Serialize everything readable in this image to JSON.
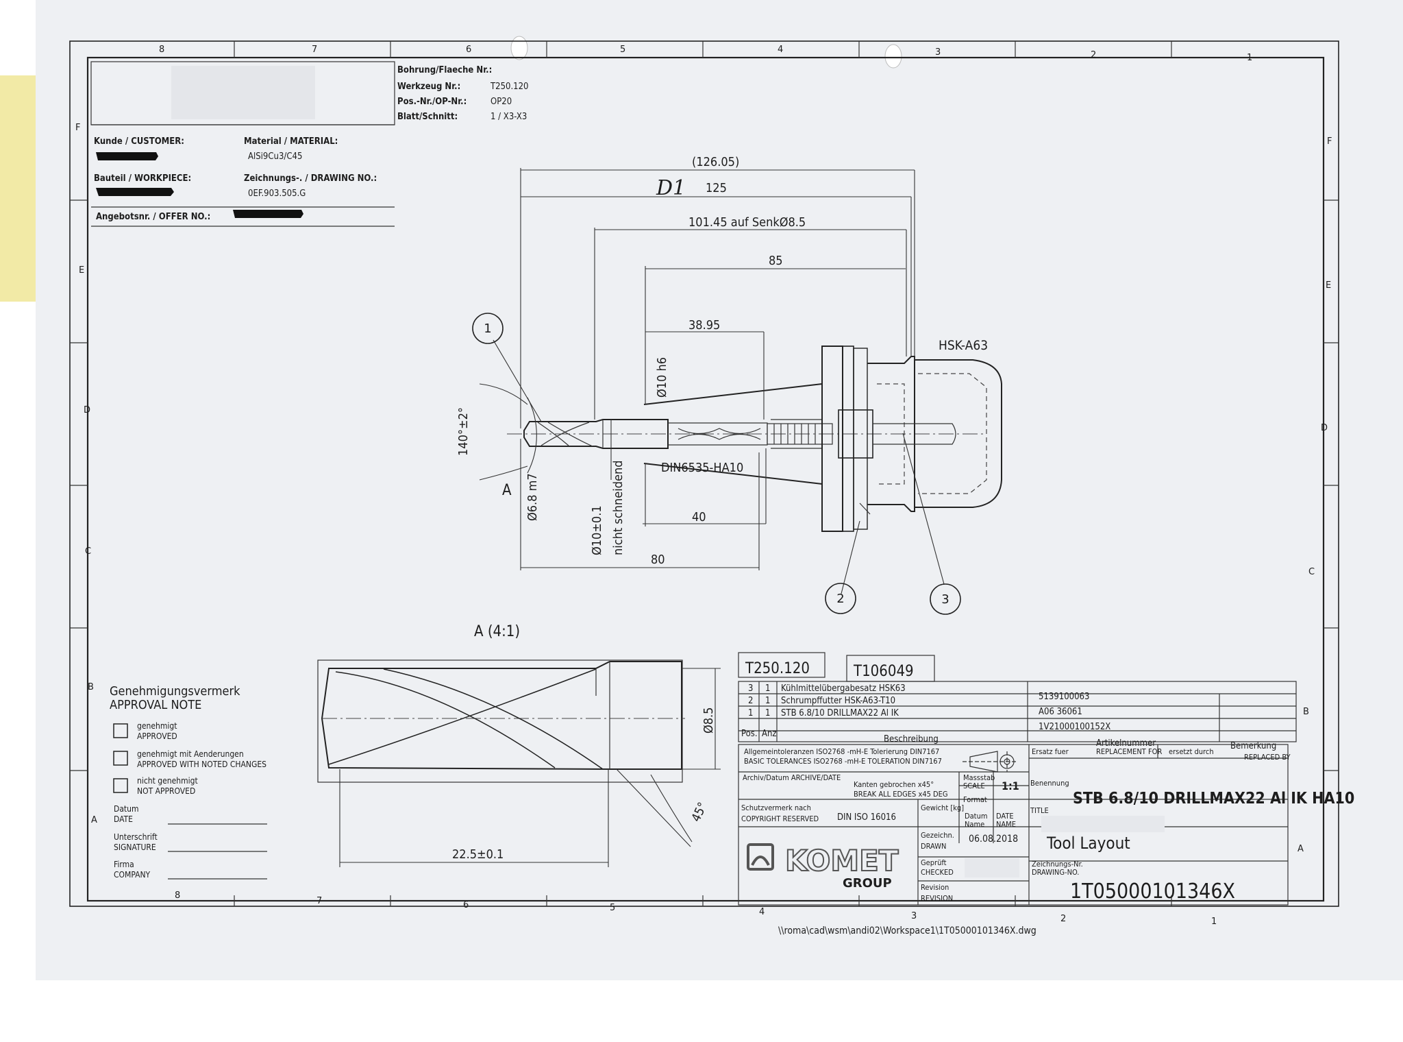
{
  "zones": {
    "cols": [
      "8",
      "7",
      "6",
      "5",
      "4",
      "3",
      "2",
      "1"
    ],
    "rows": [
      "F",
      "E",
      "D",
      "C",
      "B",
      "A"
    ]
  },
  "header_left": {
    "customer_label": "Kunde / CUSTOMER:",
    "material_label": "Material / MATERIAL:",
    "material_value": "AlSi9Cu3/C45",
    "workpiece_label": "Bauteil / WORKPIECE:",
    "drawing_no_label": "Zeichnungs-. / DRAWING NO.:",
    "drawing_no_value": "0EF.903.505.G",
    "offer_label": "Angebotsnr. / OFFER NO.:"
  },
  "header_right": {
    "bore_label": "Bohrung/Flaeche Nr.:",
    "tool_label": "Werkzeug Nr.:",
    "tool_value": "T250.120",
    "pos_label": "Pos.-Nr./OP-Nr.:",
    "pos_value": "OP20",
    "sheet_label": "Blatt/Schnitt:",
    "sheet_value": "1 / X3-X3"
  },
  "dims": {
    "d_12605": "(126.05)",
    "d1_hand": "D1",
    "d_125": "125",
    "d_10145": "101.45 auf SenkØ8.5",
    "d_85": "85",
    "d_3895": "38.95",
    "d_10h6": "Ø10 h6",
    "hsk": "HSK-A63",
    "angle": "140°±2°",
    "view_a": "A",
    "d_68m7": "Ø6.8 m7",
    "d_10tol": "Ø10±0.1",
    "nicht": "nicht schneidend",
    "din": "DIN6535-HA10",
    "d_40": "40",
    "d_80": "80",
    "balloons": [
      "1",
      "2",
      "3"
    ]
  },
  "detail": {
    "title": "A (4:1)",
    "d_85": "Ø8.5",
    "angle45": "45°",
    "len": "22.5±0.1"
  },
  "approval": {
    "title_de": "Genehmigungsvermerk",
    "title_en": "APPROVAL NOTE",
    "opt1_de": "genehmigt",
    "opt1_en": "APPROVED",
    "opt2_de": "genehmigt mit Aenderungen",
    "opt2_en": "APPROVED WITH NOTED CHANGES",
    "opt3_de": "nicht genehmigt",
    "opt3_en": "NOT APPROVED",
    "date_de": "Datum",
    "date_en": "DATE",
    "sig_de": "Unterschrift",
    "sig_en": "SIGNATURE",
    "comp_de": "Firma",
    "comp_en": "COMPANY"
  },
  "title_block": {
    "tag1": "T250.120",
    "tag2": "T106049",
    "parts": [
      {
        "pos": "3",
        "qty": "1",
        "desc": "Kühlmittelübergabesatz HSK63",
        "art": "5139100063"
      },
      {
        "pos": "2",
        "qty": "1",
        "desc": "Schrumpffutter HSK-A63-T10",
        "art": "A06 36061"
      },
      {
        "pos": "1",
        "qty": "1",
        "desc": "STB 6.8/10 DRILLMAX22 Al IK",
        "art": "1V21000100152X"
      }
    ],
    "col_pos": "Pos.",
    "col_qty": "Anz",
    "col_desc": "Beschreibung",
    "col_art": "Artikelnummer",
    "col_rem": "Bemerkung",
    "tol_de": "Allgemeintoleranzen ISO2768 -mH-E  Tolerierung DIN7167",
    "tol_en": "BASIC TOLERANCES ISO2768 -mH-E  TOLERATION DIN7167",
    "replace_de": "Ersatz fuer",
    "replace_en": "REPLACEMENT FOR",
    "replaced_de": "ersetzt durch",
    "replaced_en": "REPLACED BY",
    "archive": "Archiv/Datum  ARCHIVE/DATE",
    "edges_de": "Kanten gebrochen  x45°",
    "edges_en": "BREAK ALL EDGES  x45 DEG",
    "scale_de": "Massstab",
    "scale_en": "SCALE",
    "scale_val": "1:1",
    "format_de": "Format",
    "name_de": "Benennung",
    "name_val": "STB 6.8/10 DRILLMAX22 Al IK HA10",
    "title_label": "TITLE",
    "layout": "Tool Layout",
    "copy_de": "Schutzvermerk nach",
    "copy_en": "COPYRIGHT RESERVED",
    "copy_val": "DIN ISO 16016",
    "weight": "Gewicht [kg]",
    "date_de": "Datum",
    "date_en": "DATE",
    "namehdr_de": "Name",
    "namehdr_en": "NAME",
    "drawn_de": "Gezeichn.",
    "drawn_en": "DRAWN",
    "drawn_date": "06.08.2018",
    "checked_de": "Geprüft",
    "checked_en": "CHECKED",
    "rev_de": "Revision",
    "rev_en": "REVISION",
    "dwg_de": "Zeichnungs-Nr.",
    "dwg_en": "DRAWING-NO.",
    "dwg_val": "1T05000101346X",
    "brand": "KOMET",
    "brand_sub": "GROUP"
  },
  "path": "\\\\roma\\cad\\wsm\\andi02\\Workspace1\\1T05000101346X.dwg"
}
